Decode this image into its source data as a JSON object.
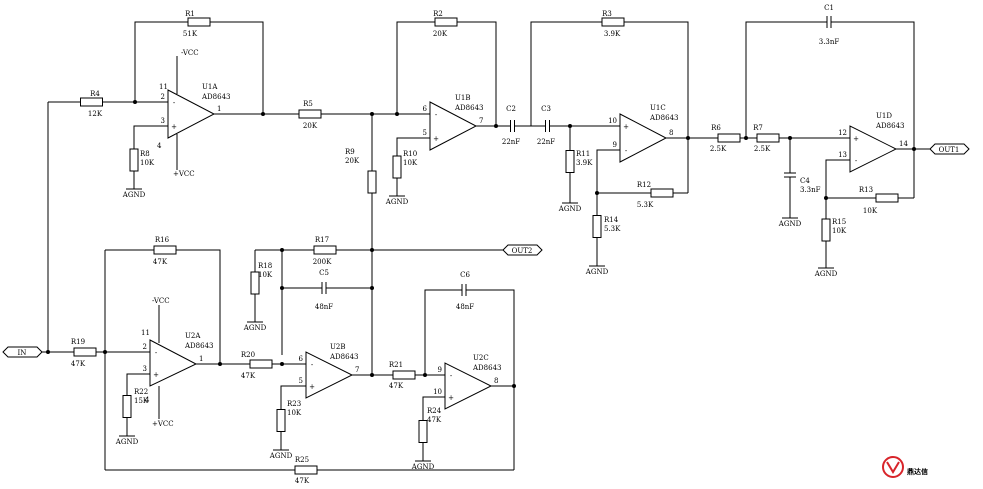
{
  "circuit": {
    "ports": {
      "input": "IN",
      "out1": "OUT1",
      "out2": "OUT2"
    },
    "resistors": [
      {
        "ref": "R1",
        "value": "51K"
      },
      {
        "ref": "R2",
        "value": "20K"
      },
      {
        "ref": "R3",
        "value": "3.9K"
      },
      {
        "ref": "R4",
        "value": "12K"
      },
      {
        "ref": "R5",
        "value": "20K"
      },
      {
        "ref": "R6",
        "value": "2.5K"
      },
      {
        "ref": "R7",
        "value": "2.5K"
      },
      {
        "ref": "R8",
        "value": "10K"
      },
      {
        "ref": "R9",
        "value": "20K"
      },
      {
        "ref": "R10",
        "value": "10K"
      },
      {
        "ref": "R11",
        "value": "3.9K"
      },
      {
        "ref": "R12",
        "value": "5.3K"
      },
      {
        "ref": "R13",
        "value": "10K"
      },
      {
        "ref": "R14",
        "value": "5.3K"
      },
      {
        "ref": "R15",
        "value": "10K"
      },
      {
        "ref": "R16",
        "value": "47K"
      },
      {
        "ref": "R17",
        "value": "200K"
      },
      {
        "ref": "R18",
        "value": "10K"
      },
      {
        "ref": "R19",
        "value": "47K"
      },
      {
        "ref": "R20",
        "value": "47K"
      },
      {
        "ref": "R21",
        "value": "47K"
      },
      {
        "ref": "R22",
        "value": "15K"
      },
      {
        "ref": "R23",
        "value": "10K"
      },
      {
        "ref": "R24",
        "value": "47K"
      },
      {
        "ref": "R25",
        "value": "47K"
      }
    ],
    "capacitors": [
      {
        "ref": "C1",
        "value": "3.3nF"
      },
      {
        "ref": "C2",
        "value": "22nF"
      },
      {
        "ref": "C3",
        "value": "22nF"
      },
      {
        "ref": "C4",
        "value": "3.3nF"
      },
      {
        "ref": "C5",
        "value": "48nF"
      },
      {
        "ref": "C6",
        "value": "48nF"
      }
    ],
    "opamps": [
      {
        "ref": "U1A",
        "part": "AD8643"
      },
      {
        "ref": "U1B",
        "part": "AD8643"
      },
      {
        "ref": "U1C",
        "part": "AD8643"
      },
      {
        "ref": "U1D",
        "part": "AD8643"
      },
      {
        "ref": "U2A",
        "part": "AD8643"
      },
      {
        "ref": "U2B",
        "part": "AD8643"
      },
      {
        "ref": "U2C",
        "part": "AD8643"
      }
    ],
    "ground_label": "AGND",
    "supply_neg": "-VCC",
    "supply_pos": "+VCC"
  },
  "watermark": {
    "text": "鼎达信",
    "color": "#d8242a"
  }
}
